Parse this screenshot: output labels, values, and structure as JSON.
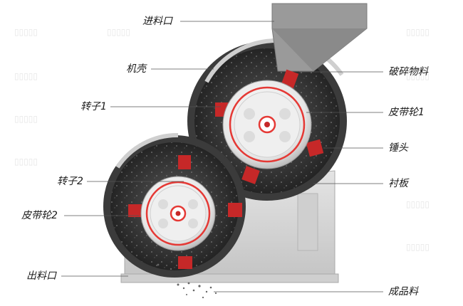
{
  "labels": {
    "feed_inlet": "进料口",
    "casing": "机壳",
    "rotor_1": "转子1",
    "rotor_2": "转子2",
    "pulley_2": "皮带轮2",
    "discharge_outlet": "出料口",
    "crushed_material": "破碎物料",
    "pulley_1": "皮带轮1",
    "hammer": "锤头",
    "liner_plate": "衬板",
    "finished_product": "成品料"
  },
  "colors": {
    "leader_line": "#555555",
    "hammer_red": "#c62828",
    "ring_red": "#e53935",
    "frame_gray": "#d2d2d2",
    "casing_dark": "#333333"
  }
}
